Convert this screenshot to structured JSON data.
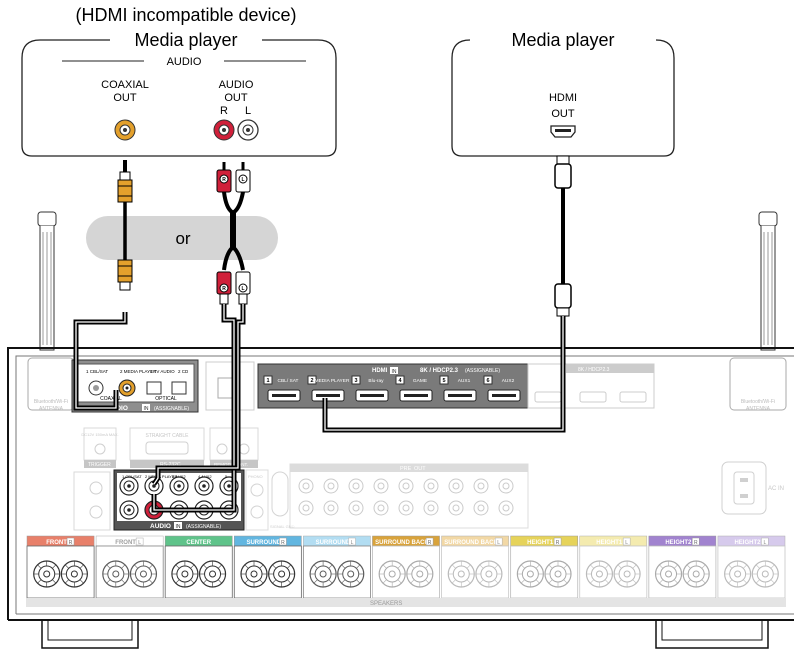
{
  "left_device": {
    "note": "(HDMI incompatible device)",
    "title": "Media player",
    "audio_group": "AUDIO",
    "coaxial_label": "COAXIAL",
    "out_label": "OUT",
    "audio_label": "AUDIO",
    "audio_out_label": "OUT",
    "r_label": "R",
    "l_label": "L"
  },
  "right_device": {
    "title": "Media player",
    "hdmi_label": "HDMI",
    "out_label": "OUT"
  },
  "or_label": "or",
  "receiver": {
    "bt_antenna_label_1": "Bluetooth/Wi-Fi",
    "bt_antenna_label_2": "ANTENNA",
    "digital_audio_label": "DIGITAL AUDIO",
    "digital_in": "IN",
    "assignable": "(ASSIGNABLE)",
    "coaxial": "COAXIAL",
    "optical": "OPTICAL",
    "digital_jack_labels": [
      "1 CBL/SAT",
      "2 MEDIA PLAYER",
      "1 TV AUDIO",
      "2 CD"
    ],
    "hdmi_header": "HDMI",
    "hdmi_in": "IN",
    "hdcp": "8K / HDCP2.3",
    "hdmi_assignable": "(ASSIGNABLE)",
    "hdmi_ports": [
      {
        "num": "1",
        "label": "CBL/ SAT"
      },
      {
        "num": "2",
        "label": "MEDIA PLAYER"
      },
      {
        "num": "3",
        "label": "Blu-ray"
      },
      {
        "num": "4",
        "label": "GAME"
      },
      {
        "num": "5",
        "label": "AUX1"
      },
      {
        "num": "6",
        "label": "AUX2"
      }
    ],
    "hdmi_out_header": "8K / HDCP2.3",
    "audio_in_label": "AUDIO",
    "audio_in_tag": "IN",
    "audio_in_assignable": "(ASSIGNABLE)",
    "audio_jack_labels": [
      "1 CBL/SAT",
      "2 MEDIA PLAYER",
      "3 AUX2",
      "4 AUX2",
      "5"
    ],
    "trigger_label": "TRIGGER",
    "trigger_out": "OUT",
    "rs232c": "RS-232C",
    "straight_cable": "STRAIGHT CABLE",
    "remote_control": "REMOTE CONT.",
    "dc_label": "DC12V 150mA MAX.",
    "phono": "PHONO",
    "signal_gnd": "SIGNAL GND",
    "zone": "ZONE2",
    "pre_out": "PRE",
    "pre_out_tag": "OUT",
    "ac_in": "AC IN",
    "speakers": "SPEAKERS",
    "speaker_groups": [
      {
        "label": "FRONT",
        "tag": "R",
        "color": "#e8806a"
      },
      {
        "label": "FRONT",
        "tag": "L",
        "color": "#ffffff"
      },
      {
        "label": "CENTER",
        "tag": "",
        "color": "#5fc38a"
      },
      {
        "label": "SURROUND",
        "tag": "R",
        "color": "#62b6e0"
      },
      {
        "label": "SURROUND",
        "tag": "L",
        "color": "#9fd5ef"
      },
      {
        "label": "SURROUND BACK",
        "tag": "R",
        "color": "#d9a33b"
      },
      {
        "label": "SURROUND BACK",
        "tag": "L",
        "color": "#efcf8f"
      },
      {
        "label": "HEIGHT1",
        "tag": "R",
        "color": "#e6d35a"
      },
      {
        "label": "HEIGHT1",
        "tag": "L",
        "color": "#f2e79c"
      },
      {
        "label": "HEIGHT2",
        "tag": "R",
        "color": "#a183cf"
      },
      {
        "label": "HEIGHT2",
        "tag": "L",
        "color": "#cdbde8"
      }
    ]
  },
  "colors": {
    "cable": "#000000",
    "coax_plug": "#e3a02c",
    "red_plug": "#d0203a",
    "panel": "#8e8e8e",
    "hdmi_panel": "#7a7a7a",
    "or_bg": "#d5d5d5"
  }
}
